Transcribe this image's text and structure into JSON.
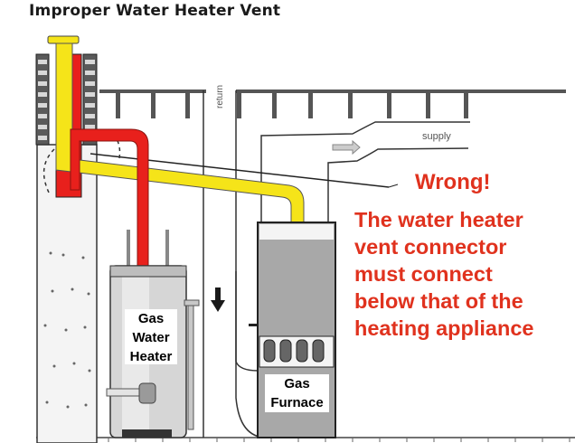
{
  "title": "Improper Water Heater Vent",
  "annotation": {
    "headline": "Wrong!",
    "lines": [
      "The water heater",
      "vent connector",
      "must connect",
      "below that of the",
      "heating appliance"
    ]
  },
  "labels": {
    "water_heater": [
      "Gas",
      "Water",
      "Heater"
    ],
    "furnace": [
      "Gas",
      "Furnace"
    ],
    "duct_return": "return",
    "duct_supply": "supply"
  },
  "colors": {
    "warning_red": "#e0321e",
    "water_heater_vent": "#e8201c",
    "furnace_vent": "#f5e419",
    "furnace_body": "#a8a8a8"
  }
}
